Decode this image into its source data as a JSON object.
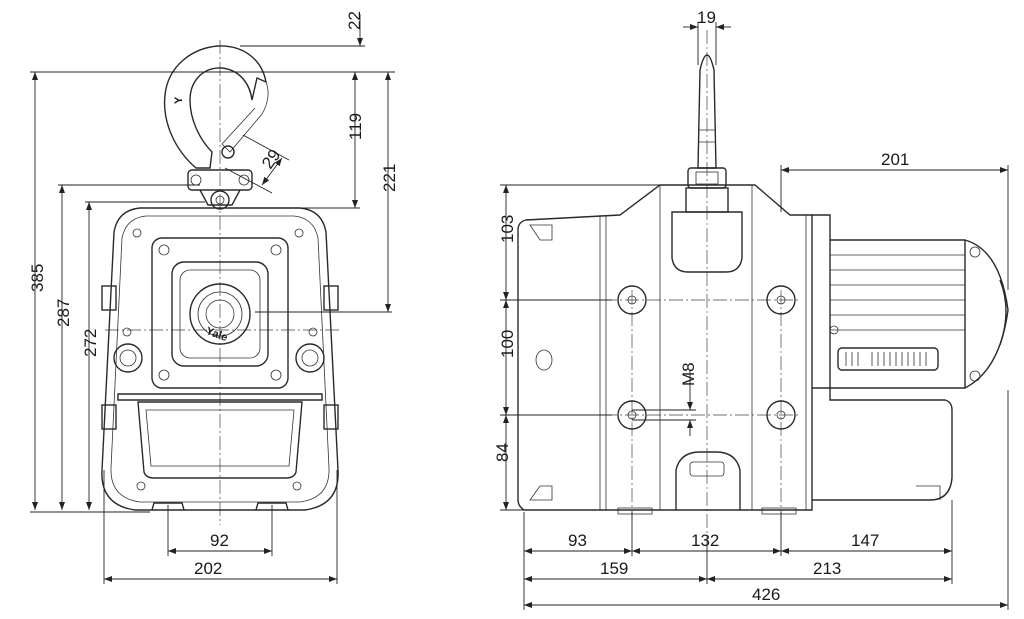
{
  "brand": "Yale",
  "front_view": {
    "overall_height": "385",
    "body_height_a": "287",
    "body_height_b": "272",
    "hook_top_offset": "22",
    "hook_to_suspension": "119",
    "hook_to_center": "221",
    "hook_opening": "29",
    "foot_spacing": "92",
    "overall_width": "202"
  },
  "side_view": {
    "suspension_width": "19",
    "motor_length": "201",
    "upper_height": "103",
    "middle_height": "100",
    "lower_height": "84",
    "thread": "M8",
    "left_span": "93",
    "center_span": "132",
    "right_span": "147",
    "left_total": "159",
    "right_total": "213",
    "overall_length": "426"
  }
}
